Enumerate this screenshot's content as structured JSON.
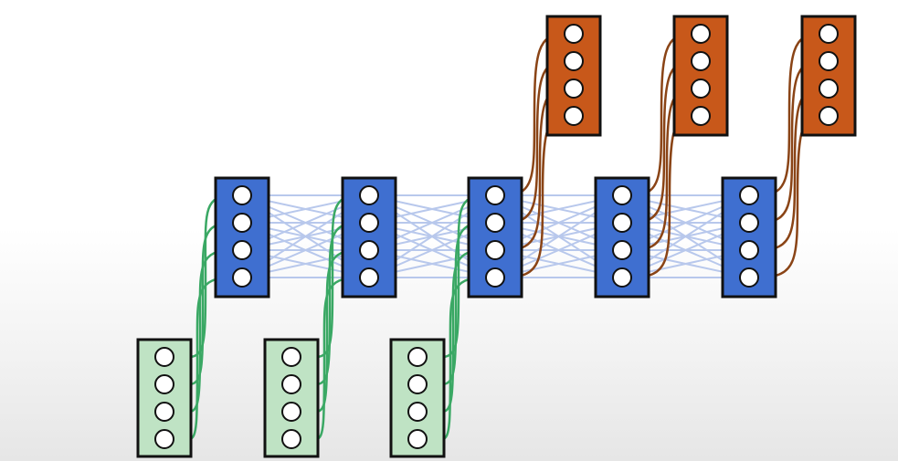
{
  "diagram": {
    "kind": "encoder-decoder-network",
    "colors": {
      "hidden_fill": "#3f6fd0",
      "input_fill": "#bfe3c4",
      "output_fill": "#c8581a",
      "dense_link": "#b8c8ec",
      "input_link": "#3aa864",
      "output_link": "#8a4416",
      "node_fill": "#ffffff",
      "outline": "#111111"
    },
    "hidden_layers": [
      {
        "id": "h1",
        "nodes": 4
      },
      {
        "id": "h2",
        "nodes": 4
      },
      {
        "id": "h3",
        "nodes": 4
      },
      {
        "id": "h4",
        "nodes": 4
      },
      {
        "id": "h5",
        "nodes": 4
      }
    ],
    "input_blocks": [
      {
        "id": "in1",
        "nodes": 4,
        "feeds": "h1"
      },
      {
        "id": "in2",
        "nodes": 4,
        "feeds": "h2"
      },
      {
        "id": "in3",
        "nodes": 4,
        "feeds": "h3"
      }
    ],
    "output_blocks": [
      {
        "id": "out1",
        "nodes": 4,
        "from": "h3"
      },
      {
        "id": "out2",
        "nodes": 4,
        "from": "h4"
      },
      {
        "id": "out3",
        "nodes": 4,
        "from": "h5"
      }
    ],
    "dense_connections": [
      [
        "h1",
        "h2"
      ],
      [
        "h2",
        "h3"
      ],
      [
        "h3",
        "h4"
      ],
      [
        "h4",
        "h5"
      ]
    ]
  }
}
